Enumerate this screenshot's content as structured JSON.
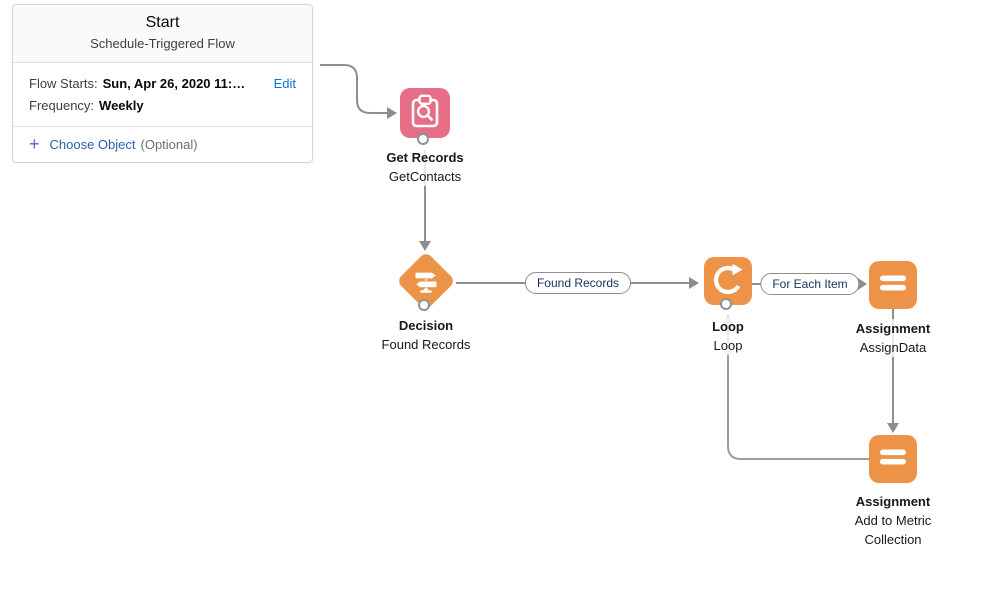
{
  "start_card": {
    "title": "Start",
    "subtitle": "Schedule-Triggered Flow",
    "flow_starts_label": "Flow Starts:",
    "flow_starts_value": "Sun, Apr 26, 2020 11:…",
    "edit_label": "Edit",
    "frequency_label": "Frequency:",
    "frequency_value": "Weekly",
    "plus_glyph": "+",
    "choose_object_label": "Choose Object",
    "choose_object_suffix": "(Optional)"
  },
  "nodes": {
    "get_records": {
      "title": "Get Records",
      "name": "GetContacts",
      "icon": "clipboard-search-icon",
      "color": "#E66E87"
    },
    "decision": {
      "title": "Decision",
      "name": "Found Records",
      "icon": "signpost-icon",
      "color": "#EC9348"
    },
    "loop": {
      "title": "Loop",
      "name": "Loop",
      "icon": "loop-arrow-icon",
      "color": "#EC9348"
    },
    "assignment_1": {
      "title": "Assignment",
      "name": "AssignData",
      "icon": "equals-icon",
      "color": "#EC9348"
    },
    "assignment_2": {
      "title": "Assignment",
      "name": "Add to Metric Collection",
      "icon": "equals-icon",
      "color": "#EC9348"
    }
  },
  "connector_labels": {
    "decision_outcome": "Found Records",
    "loop_each_item": "For Each Item"
  },
  "colors": {
    "accent_pink": "#E66E87",
    "accent_orange": "#EC9348",
    "connector_gray": "#8E8E8E",
    "pill_text_navy": "#16325C",
    "edit_link_blue": "#0B74D6",
    "choose_object_blue": "#2E5FA6",
    "optional_gray": "#706E6B",
    "card_border_gray": "#D8D6D5"
  }
}
